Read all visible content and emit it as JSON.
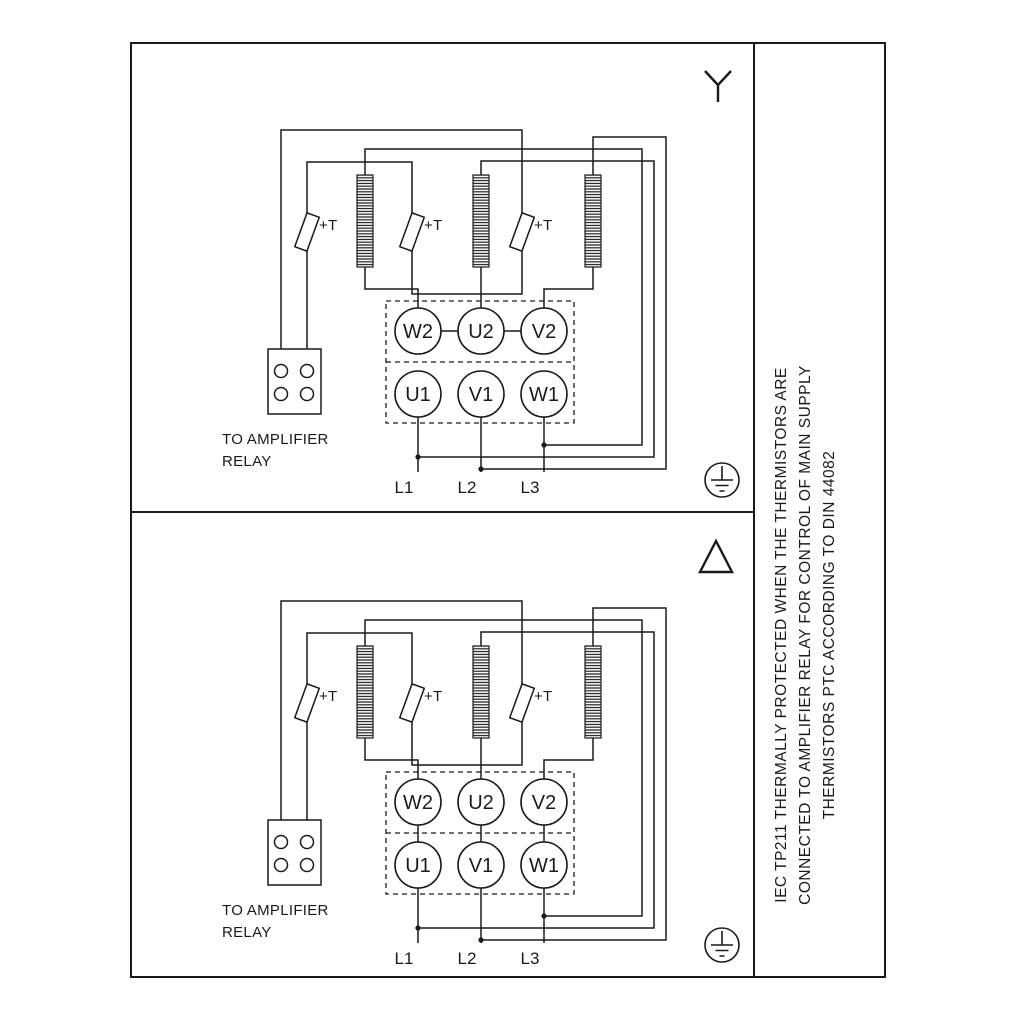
{
  "side_note": {
    "lines": [
      "IEC TP211 THERMALLY PROTECTED WHEN THE THERMISTORS ARE",
      "CONNECTED TO AMPLIFIER RELAY FOR CONTROL OF MAIN SUPPLY",
      "THERMISTORS PTC ACCORDING TO DIN 44082"
    ]
  },
  "panels": [
    {
      "connection": "star",
      "terminals_top": [
        "W2",
        "U2",
        "V2"
      ],
      "terminals_bottom": [
        "U1",
        "V1",
        "W1"
      ],
      "supply_lines": [
        "L1",
        "L2",
        "L3"
      ],
      "thermistor_label": "+T",
      "relay_caption": [
        "TO AMPLIFIER",
        "RELAY"
      ]
    },
    {
      "connection": "delta",
      "terminals_top": [
        "W2",
        "U2",
        "V2"
      ],
      "terminals_bottom": [
        "U1",
        "V1",
        "W1"
      ],
      "supply_lines": [
        "L1",
        "L2",
        "L3"
      ],
      "thermistor_label": "+T",
      "relay_caption": [
        "TO AMPLIFIER",
        "RELAY"
      ]
    }
  ],
  "colors": {
    "line": "#1a1a1a",
    "background": "#ffffff"
  }
}
